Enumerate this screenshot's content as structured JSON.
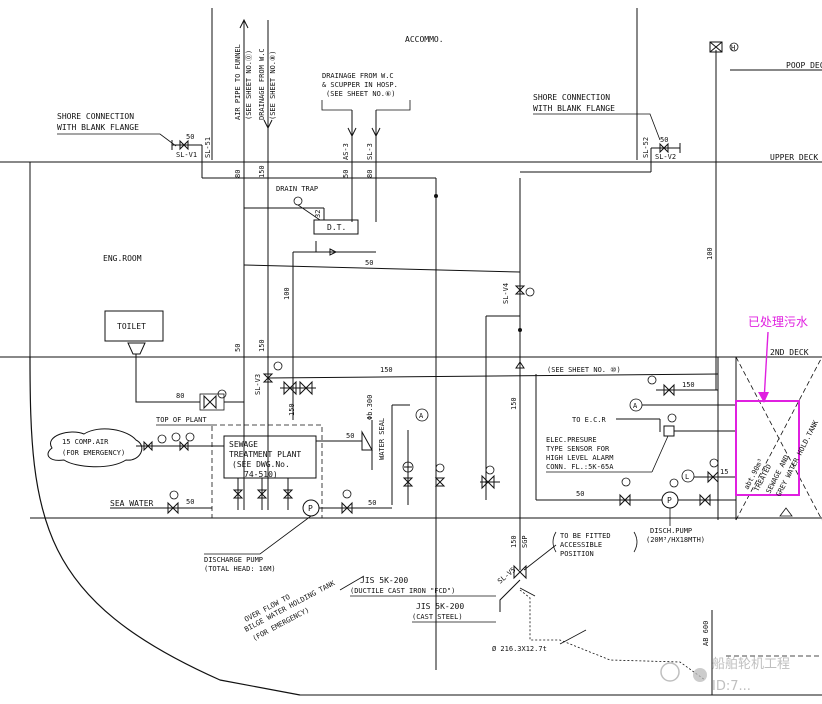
{
  "labels": {
    "accommo": "ACCOMMO.",
    "poop_deck": "POOP DEC",
    "upper_deck": "UPPER DECK",
    "second_deck": "2ND DECK",
    "eng_room": "ENG.ROOM",
    "toilet": "TOILET",
    "shore_left_1": "SHORE CONNECTION",
    "shore_left_2": "WITH BLANK FLANGE",
    "shore_right_1": "SHORE CONNECTION",
    "shore_right_2": "WITH BLANK FLANGE",
    "air_pipe_1": "AIR PIPE TO FUNNEL",
    "air_pipe_2": "(SEE SHEET NO.⓪)",
    "drainage_wc_1": "DRAINAGE FROM W.C",
    "drainage_wc_2": "(SEE SHEET NO.⑧)",
    "drainage_hosp_1": "DRAINAGE FROM W.C",
    "drainage_hosp_2": "& SCUPPER IN HOSP.",
    "drainage_hosp_3": "(SEE SHEET NO.⑥)",
    "drain_trap": "DRAIN TRAP",
    "dt": "D.T.",
    "sl_v1": "SL-V1",
    "sl_v2": "SL-V2",
    "sl_v3": "SL-V3",
    "sl_v4": "SL-V4",
    "sl_v5": "SL-V5",
    "sl_51": "SL-51",
    "sl_52": "SL-52",
    "as_3": "AS-3",
    "sl_3": "SL-3",
    "top_of_plant": "TOP OF PLANT",
    "comp_air_1": "15 COMP.AIR",
    "comp_air_2": "(FOR EMERGENCY)",
    "stp_1": "SEWAGE",
    "stp_2": "TREATMENT PLANT",
    "stp_3": "(SEE DWG.No.",
    "stp_4": "74-510)",
    "water_seal": "WATER SEAL",
    "seal_300": "Φb.300",
    "sea_water": "SEA WATER",
    "disch_pump_1": "DISCHARGE PUMP",
    "disch_pump_2": "(TOTAL HEAD: 16M)",
    "overflow_1": "OVER FLOW TO",
    "overflow_2": "BILGE WATER HOLDING TANK",
    "overflow_3": "(FOR EMERGENCY)",
    "jis_1": "JIS 5K-200",
    "jis_1b": "(DUCTILE CAST IRON \"FCD\")",
    "jis_2": "JIS 5K-200",
    "jis_2b": "(CAST STEEL)",
    "pipe_spec": "Ø 216.3X12.7t",
    "fitted_1": "TO BE FITTED",
    "fitted_2": "ACCESSIBLE",
    "fitted_3": "POSITION",
    "see_sheet_10": "(SEE SHEET NO. ⑩)",
    "to_ecr": "TO E.C.R",
    "elec_1": "ELEC.PRESURE",
    "elec_2": "TYPE SENSOR FOR",
    "elec_3": "HIGH LEVEL ALARM",
    "elec_4": "CONN. FL.:5K-65A",
    "disch_pump_r_1": "DISCH.PUMP",
    "disch_pump_r_2": "(20M³/HX18MTH)",
    "tank_1": "SEWAGE AND",
    "tank_2": "GREY WATER HOLD.TANK",
    "tank_3": "TREATED",
    "tank_4": "abt.90m³",
    "annotation_cn": "已处理污水",
    "sgp": "SGP",
    "ab_600": "AB 600",
    "watermark_1": "船舶轮机工程",
    "watermark_2": "ID:7... "
  },
  "sizes": {
    "s50": "50",
    "s80": "80",
    "s150": "150",
    "s32": "32",
    "s100": "100",
    "s15": "15"
  },
  "markers": {
    "a": "A",
    "l": "L",
    "p": "P",
    "h": "H"
  },
  "colors": {
    "line": "#111111",
    "highlight": "#e020e0"
  }
}
